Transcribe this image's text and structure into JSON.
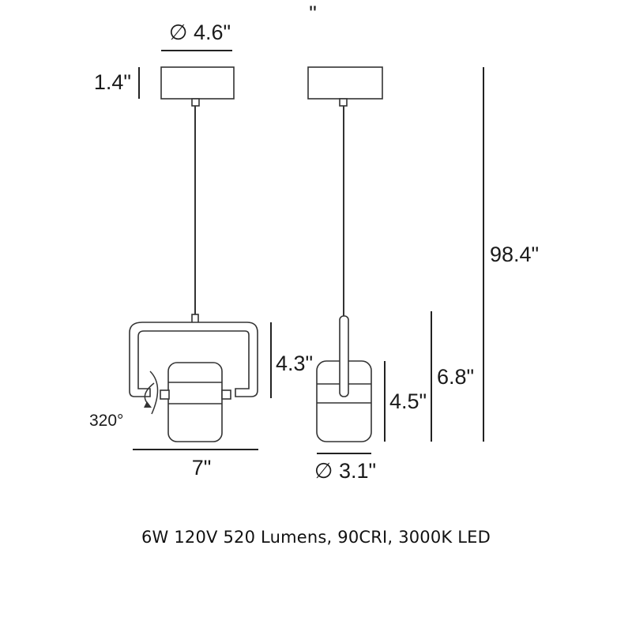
{
  "dimensions": {
    "canopy_diameter": "∅ 4.6\"",
    "stray_mark": "\"",
    "canopy_height": "1.4\"",
    "frame_height": "4.3\"",
    "rotation": "320°",
    "frame_width": "7\"",
    "shade_diameter": "∅ 3.1\"",
    "shade_height": "4.5\"",
    "fixture_height": "6.8\"",
    "overall_height": "98.4\""
  },
  "spec_line": "6W 120V 520 Lumens, 90CRI, 3000K LED"
}
